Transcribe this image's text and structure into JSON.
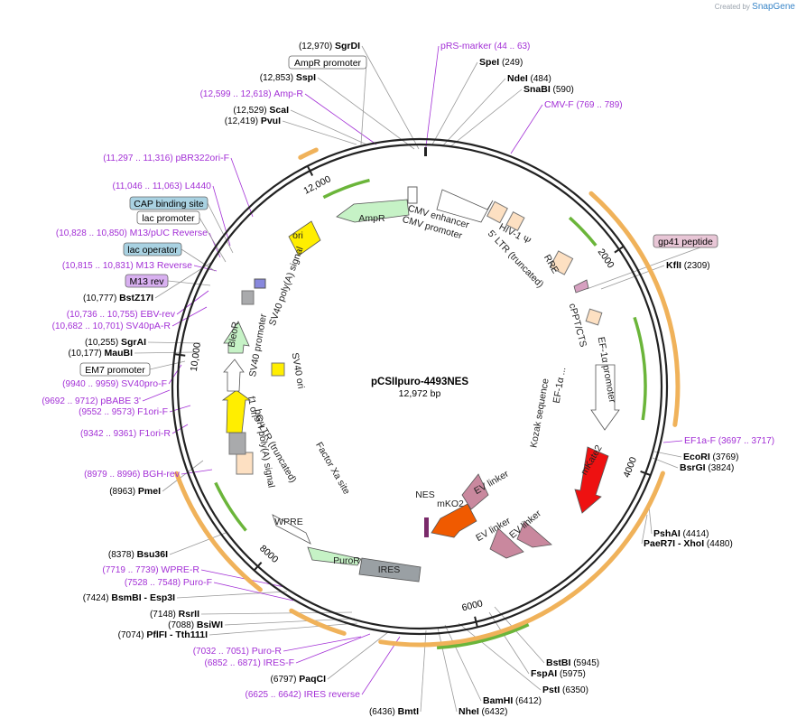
{
  "credit": {
    "prefix": "Created by",
    "brand": "SnapGene"
  },
  "map": {
    "name": "pCSIIpuro-4493NES",
    "length_label": "12,972 bp",
    "length": 12972,
    "ticks": [
      "2000",
      "4000",
      "6000",
      "8000",
      "10,000",
      "12,000"
    ],
    "colors": {
      "enzyme": "#000000",
      "primer": "#a330d6",
      "feature_box_blue": "#a9d2e2",
      "feature_box_pink": "#e8c6d6",
      "mkate2": "#ee1111",
      "mko2": "#f05a00",
      "puror": "#c6f2c6",
      "ires": "#9aa0a4",
      "ori": "#ffee00"
    }
  },
  "enzyme_labels": [
    {
      "pos": "(12,970)",
      "name": "SgrDI"
    },
    {
      "pos": "(12,853)",
      "name": "SspI"
    },
    {
      "pos": "(12,529)",
      "name": "ScaI"
    },
    {
      "pos": "(12,419)",
      "name": "PvuI"
    },
    {
      "pos": "(10,777)",
      "name": "BstZ17I"
    },
    {
      "pos": "(10,255)",
      "name": "SgrAI"
    },
    {
      "pos": "(10,177)",
      "name": "MauBI"
    },
    {
      "pos": "(8963)",
      "name": "PmeI"
    },
    {
      "pos": "(8378)",
      "name": "Bsu36I"
    },
    {
      "pos": "(7424)",
      "name": "BsmBI",
      "name2": "- Esp3I"
    },
    {
      "pos": "(7148)",
      "name": "RsrII"
    },
    {
      "pos": "(7088)",
      "name": "BsiWI"
    },
    {
      "pos": "(7074)",
      "name": "PflFI",
      "name2": "- Tth111I"
    },
    {
      "pos": "(6797)",
      "name": "PaqCI"
    },
    {
      "pos": "(6436)",
      "name": "BmtI"
    },
    {
      "name": "SpeI",
      "pos": "(249)"
    },
    {
      "name": "NdeI",
      "pos": "(484)"
    },
    {
      "name": "SnaBI",
      "pos": "(590)"
    },
    {
      "name": "KflI",
      "pos": "(2309)"
    },
    {
      "name": "EcoRI",
      "pos": "(3769)"
    },
    {
      "name": "BsrGI",
      "pos": "(3824)"
    },
    {
      "name": "PshAI",
      "pos": "(4414)"
    },
    {
      "name": "PaeR7I",
      "name2": "- XhoI",
      "pos": "(4480)"
    },
    {
      "name": "BstBI",
      "pos": "(5945)"
    },
    {
      "name": "FspAI",
      "pos": "(5975)"
    },
    {
      "name": "PstI",
      "pos": "(6350)"
    },
    {
      "name": "BamHI",
      "pos": "(6412)"
    },
    {
      "name": "NheI",
      "pos": "(6432)"
    }
  ],
  "primer_labels": [
    {
      "name": "pRS-marker",
      "pos": "(44 .. 63)"
    },
    {
      "name": "CMV-F",
      "pos": "(769 .. 789)"
    },
    {
      "name": "EF1a-F",
      "pos": "(3697 .. 3717)"
    },
    {
      "pos": "(12,599 .. 12,618)",
      "name": "Amp-R"
    },
    {
      "pos": "(11,297 .. 11,316)",
      "name": "pBR322ori-F"
    },
    {
      "pos": "(11,046 .. 11,063)",
      "name": "L4440"
    },
    {
      "pos": "(10,828 .. 10,850)",
      "name": "M13/pUC Reverse"
    },
    {
      "pos": "(10,815 .. 10,831)",
      "name": "M13 Reverse"
    },
    {
      "pos": "(10,736 .. 10,755)",
      "name": "EBV-rev"
    },
    {
      "pos": "(10,682 .. 10,701)",
      "name": "SV40pA-R"
    },
    {
      "pos": "(9940 .. 9959)",
      "name": "SV40pro-F"
    },
    {
      "pos": "(9692 .. 9712)",
      "name": "pBABE 3'"
    },
    {
      "pos": "(9552 .. 9573)",
      "name": "F1ori-F"
    },
    {
      "pos": "(9342 .. 9361)",
      "name": "F1ori-R"
    },
    {
      "pos": "(8979 .. 8996)",
      "name": "BGH-rev"
    },
    {
      "pos": "(7719 .. 7739)",
      "name": "WPRE-R"
    },
    {
      "pos": "(7528 .. 7548)",
      "name": "Puro-F"
    },
    {
      "pos": "(7032 .. 7051)",
      "name": "Puro-R"
    },
    {
      "pos": "(6852 .. 6871)",
      "name": "IRES-F"
    },
    {
      "pos": "(6625 .. 6642)",
      "name": "IRES reverse"
    }
  ],
  "boxed_labels": [
    {
      "text": "AmpR promoter",
      "style": "white"
    },
    {
      "text": "CAP binding site",
      "style": "blue"
    },
    {
      "text": "lac promoter",
      "style": "white"
    },
    {
      "text": "lac operator",
      "style": "blue"
    },
    {
      "text": "M13 rev",
      "style": "purple"
    },
    {
      "text": "EM7 promoter",
      "style": "white"
    },
    {
      "text": "gp41 peptide",
      "style": "pink"
    }
  ],
  "feature_labels": [
    "AmpR",
    "ori",
    "CMV enhancer",
    "CMV promoter",
    "HIV-1 Ψ",
    "5' LTR (truncated)",
    "RRE",
    "cPPT/CTS",
    "EF-1α promoter",
    "Kozak sequence",
    "EF-1α ...",
    "mKate2",
    "EV linker",
    "EV linker",
    "EV linker",
    "NES",
    "mKO2",
    "IRES",
    "PuroR",
    "WPRE",
    "5' LTR (truncated)",
    "Factor Xa site",
    "bGH poly(A) signal",
    "f1 ori",
    "SV40 ori",
    "SV40 promoter",
    "BleoR",
    "SV40 poly(A) signal"
  ]
}
